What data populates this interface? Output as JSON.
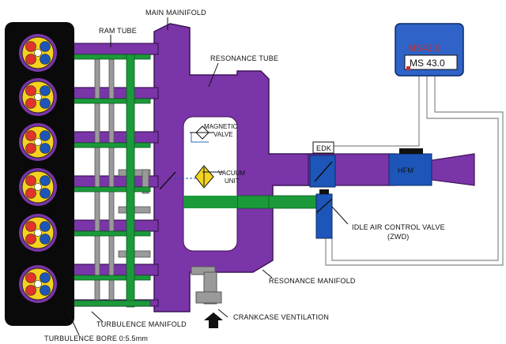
{
  "labels": {
    "main_manifold": "MAIN MAINIFOLD",
    "ram_tube": "RAM TUBE",
    "resonance_tube": "RESONANCE TUBE",
    "magnetic_valve_1": "MAGNETIC",
    "magnetic_valve_2": "VALVE",
    "vacuum_unit_1": "VACUUM",
    "vacuum_unit_2": "UNIT",
    "edk": "EDK",
    "hfm": "HFM",
    "idle_air_1": "IDLE AIR CONTROL VALVE",
    "idle_air_2": "(ZWD)",
    "resonance_manifold": "RESONANCE MANIFOLD",
    "crankcase_ventilation": "CRANKCASE VENTILATION",
    "turbulence_manifold": "TURBULENCE MANIFOLD",
    "turbulence_bore": "TURBULENCE BORE 0:5.5mm"
  },
  "ecu": {
    "ms42": "MS42.0",
    "ms43": "MS 43.0"
  },
  "colors": {
    "manifold": "#7a35a8",
    "turbulence": "#1b9a3a",
    "engine_block": "#0a0a0a",
    "valve_blue": "#1d56b8",
    "ecu_blue": "#2f63c8"
  }
}
